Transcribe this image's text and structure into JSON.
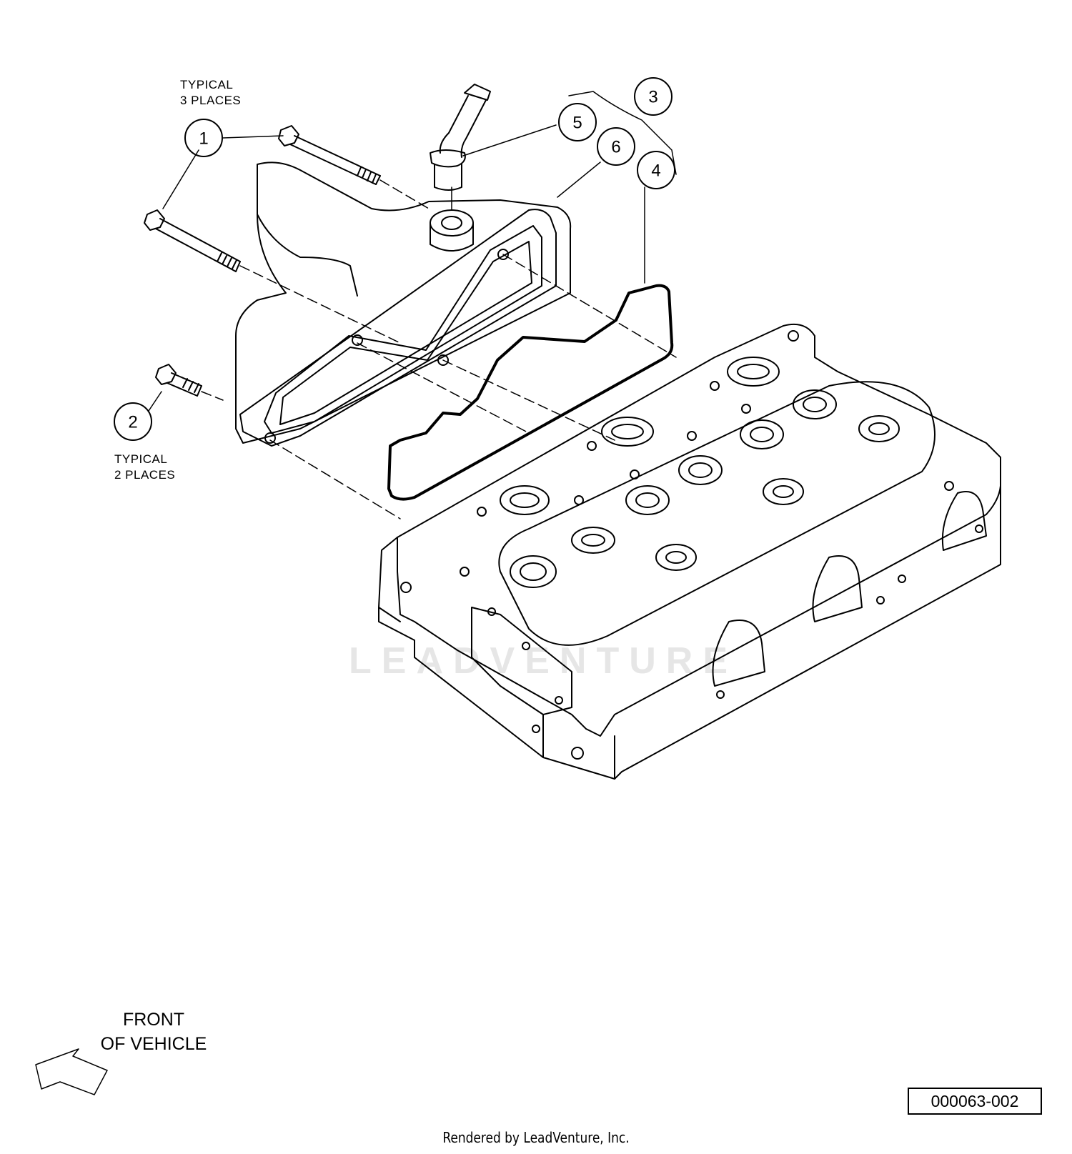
{
  "callouts": [
    {
      "id": "1",
      "label": "1"
    },
    {
      "id": "2",
      "label": "2"
    },
    {
      "id": "3",
      "label": "3"
    },
    {
      "id": "4",
      "label": "4"
    },
    {
      "id": "5",
      "label": "5"
    },
    {
      "id": "6",
      "label": "6"
    }
  ],
  "notes": {
    "typical_3_line1": "TYPICAL",
    "typical_3_line2": "3 PLACES",
    "typical_2_line1": "TYPICAL",
    "typical_2_line2": "2 PLACES"
  },
  "front": {
    "line1": "FRONT",
    "line2": "OF VEHICLE"
  },
  "drawing_number": "000063-002",
  "footer": "Rendered by LeadVenture, Inc.",
  "watermark": "LEADVENTURE",
  "icons": {
    "front_arrow": "arrow-left-outline-icon"
  },
  "colors": {
    "ink": "#000000",
    "watermark": "#e6e6e6"
  }
}
